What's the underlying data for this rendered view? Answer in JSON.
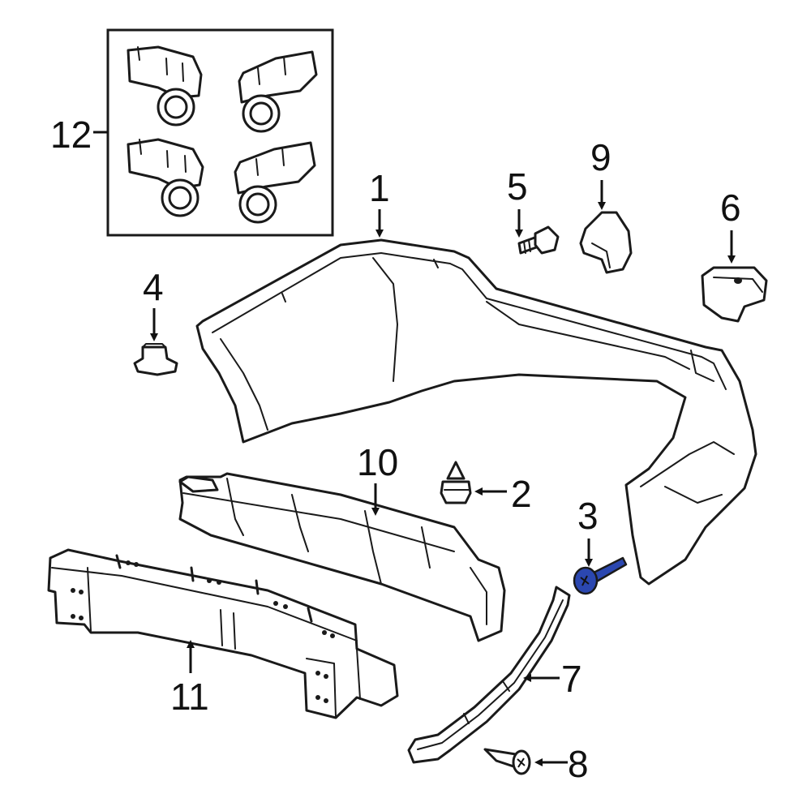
{
  "callouts": {
    "c1": "1",
    "c2": "2",
    "c3": "3",
    "c4": "4",
    "c5": "5",
    "c6": "6",
    "c7": "7",
    "c8": "8",
    "c9": "9",
    "c10": "10",
    "c11": "11",
    "c12": "12"
  },
  "colors": {
    "line": "#1a1a1a",
    "highlight": "#2b47b0",
    "background": "#ffffff"
  }
}
